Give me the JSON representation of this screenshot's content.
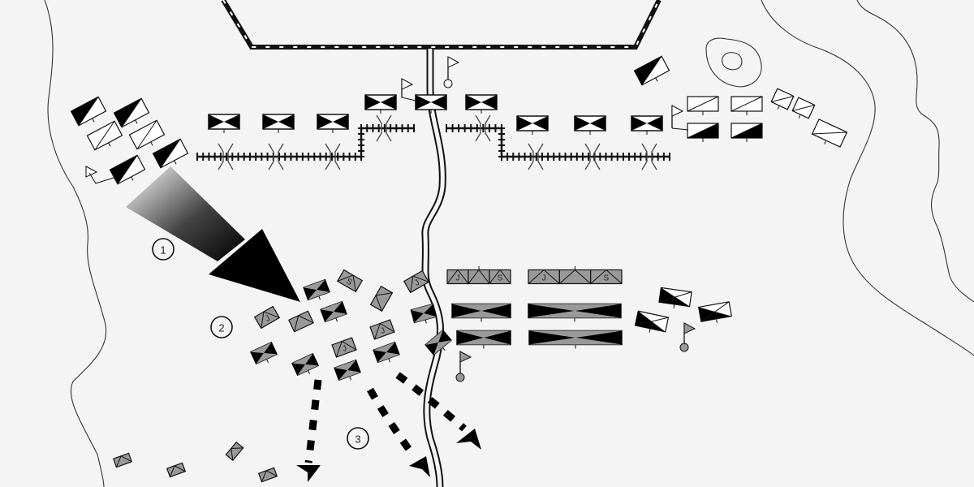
{
  "map": {
    "title": "Battle map",
    "colors": {
      "background": "#f4f4f4",
      "ink": "#111111",
      "enemy_fill": "#999999",
      "friendly_fill": "#ffffff"
    },
    "phase_labels": [
      {
        "id": "phase-1",
        "text": "1"
      },
      {
        "id": "phase-2",
        "text": "2"
      },
      {
        "id": "phase-3",
        "text": "3"
      }
    ],
    "unit_letters": {
      "jager": "J",
      "schutzen": "S"
    },
    "features": {
      "fortification": "fortified-town-wall",
      "river": "stream",
      "entrenchment": "entrenched-line",
      "hill": "hill-contour"
    },
    "friendly_forces": {
      "infantry_line_count": 9,
      "cavalry_left_count": 6,
      "cavalry_right_count": 4,
      "skirmish_right_count": 3
    },
    "enemy_forces": {
      "attack_column_count": 14,
      "reserve_line_count": 6,
      "cavalry_right_count": 3,
      "flank_detachment_count": 4
    },
    "movements": [
      {
        "id": "main-attack",
        "type": "solid-gradient-arrow",
        "phase": "1"
      },
      {
        "id": "retreat-south",
        "type": "dashed-arrow",
        "phase": "3"
      },
      {
        "id": "retreat-southeast-1",
        "type": "dashed-arrow",
        "phase": "3"
      },
      {
        "id": "retreat-southeast-2",
        "type": "dashed-arrow",
        "phase": "3"
      }
    ]
  }
}
